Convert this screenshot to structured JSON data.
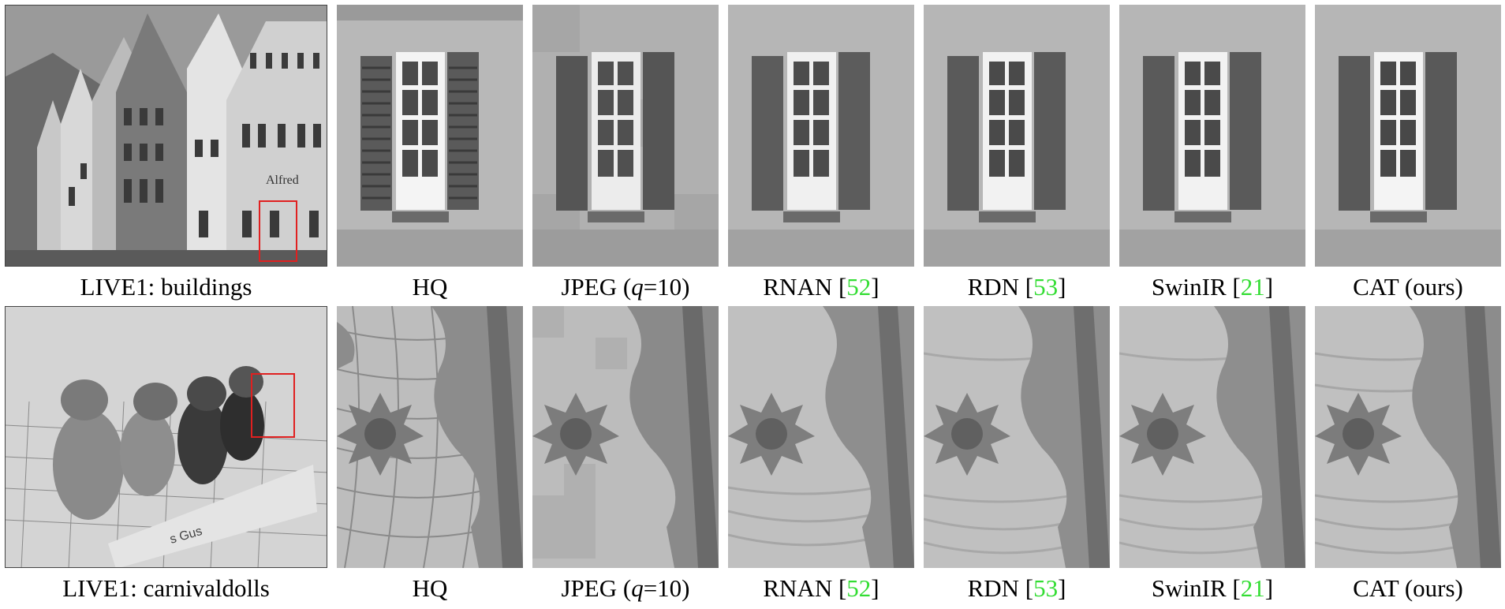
{
  "figure": {
    "rows": [
      {
        "overview_caption": "LIVE1: buildings",
        "panels": [
          {
            "method": "HQ",
            "cite": ""
          },
          {
            "method": "JPEG (",
            "qvar": "q",
            "qval": "=10)",
            "cite": ""
          },
          {
            "method": "RNAN [",
            "cite": "52",
            "close": "]"
          },
          {
            "method": "RDN [",
            "cite": "53",
            "close": "]"
          },
          {
            "method": "SwinIR [",
            "cite": "21",
            "close": "]"
          },
          {
            "method": "CAT (ours)",
            "cite": ""
          }
        ]
      },
      {
        "overview_caption": "LIVE1: carnivaldolls",
        "panels": [
          {
            "method": "HQ",
            "cite": ""
          },
          {
            "method": "JPEG (",
            "qvar": "q",
            "qval": "=10)",
            "cite": ""
          },
          {
            "method": "RNAN [",
            "cite": "52",
            "close": "]"
          },
          {
            "method": "RDN [",
            "cite": "53",
            "close": "]"
          },
          {
            "method": "SwinIR [",
            "cite": "21",
            "close": "]"
          },
          {
            "method": "CAT (ours)",
            "cite": ""
          }
        ]
      }
    ]
  },
  "colors": {
    "citation": "#33dd33",
    "zoom_box": "#e02020"
  }
}
